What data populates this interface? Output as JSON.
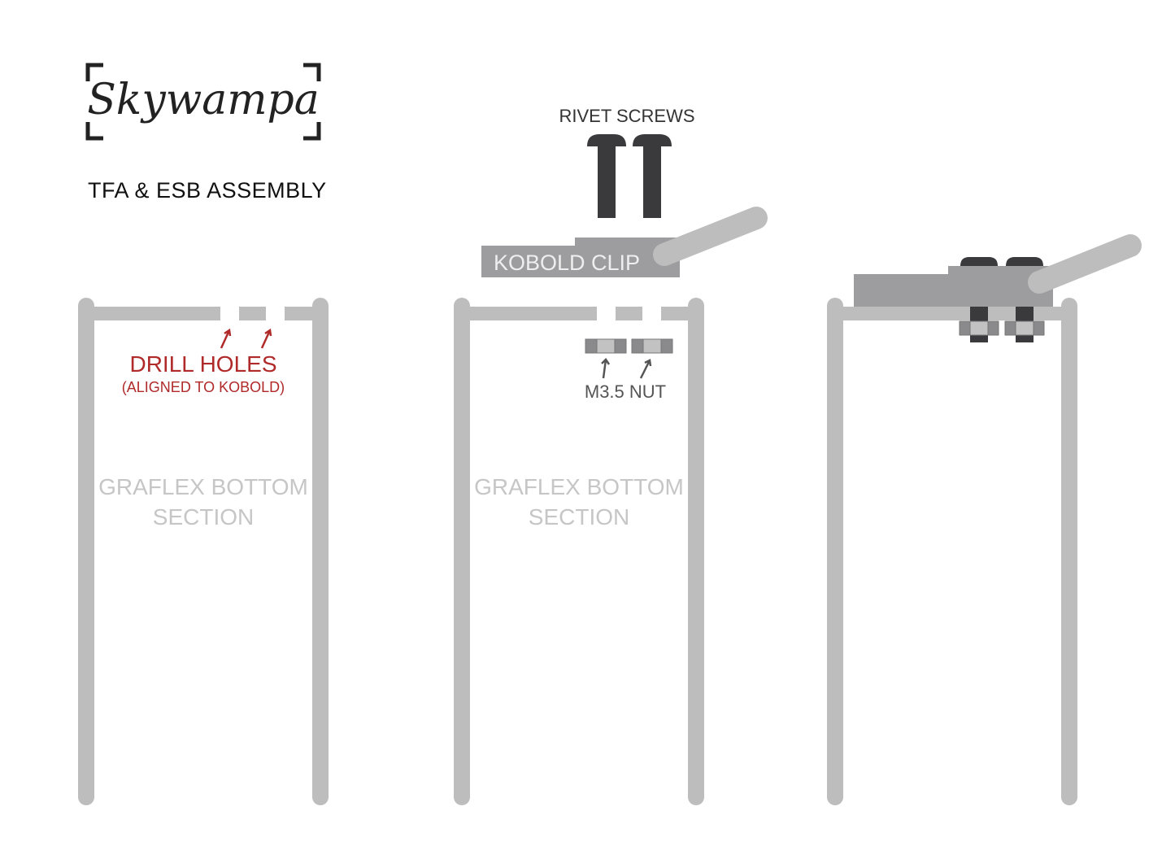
{
  "logo": {
    "text": "Skywampa"
  },
  "title": "TFA & ESB ASSEMBLY",
  "panel1": {
    "annotation": "DRILL HOLES",
    "annotation_sub": "(ALIGNED TO KOBOLD)",
    "section_line1": "GRAFLEX BOTTOM",
    "section_line2": "SECTION"
  },
  "panel2": {
    "screws_label": "RIVET SCREWS",
    "clip_label": "KOBOLD CLIP",
    "nut_label": "M3.5 NUT",
    "section_line1": "GRAFLEX BOTTOM",
    "section_line2": "SECTION"
  },
  "colors": {
    "tube": "#bdbdbe",
    "clip": "#9d9d9f",
    "screw": "#3a3a3c",
    "accent_red": "#b02a2a",
    "section_text": "#c6c6c6"
  }
}
